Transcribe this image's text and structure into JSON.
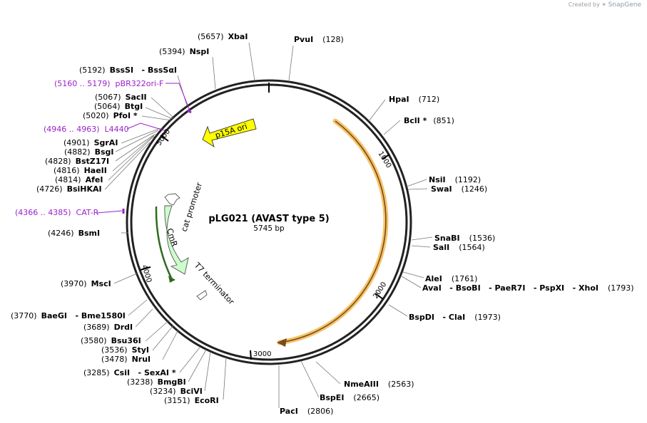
{
  "credit": {
    "prefix": "Created by",
    "brand": "SnapGene",
    "icon": "snapgene-logo-icon"
  },
  "plasmid": {
    "name": "pLG021 (AVAST type 5)",
    "length_label": "5745 bp",
    "length": 5745
  },
  "colors": {
    "backbone": "#222222",
    "feature_label": "#9a22c9",
    "ori": "#ffff00",
    "marker": "#ccffcc",
    "orf_outline": "#f5c46a",
    "orf_arrow": "#7a4a1a",
    "promoter": "#ffffff"
  },
  "tick_labels": [
    "1000",
    "2000",
    "3000",
    "4000",
    "5000"
  ],
  "sites": [
    {
      "name": "XbaI",
      "pos": "(5657)"
    },
    {
      "name": "PvuI",
      "pos": "(128)"
    },
    {
      "name": "NspI",
      "pos": "(5394)"
    },
    {
      "name": "BssSI   - BssSαI",
      "pos": "(5192)"
    },
    {
      "name": "SacII",
      "pos": "(5067)"
    },
    {
      "name": "BtgI",
      "pos": "(5064)"
    },
    {
      "name": "PfoI *",
      "pos": "(5020)"
    },
    {
      "name": "SgrAI",
      "pos": "(4901)"
    },
    {
      "name": "BsgI",
      "pos": "(4882)"
    },
    {
      "name": "BstZ17I",
      "pos": "(4828)"
    },
    {
      "name": "HaeII",
      "pos": "(4816)"
    },
    {
      "name": "AfeI",
      "pos": "(4814)"
    },
    {
      "name": "BsiHKAI",
      "pos": "(4726)"
    },
    {
      "name": "BsmI",
      "pos": "(4246)"
    },
    {
      "name": "MscI",
      "pos": "(3970)"
    },
    {
      "name": "BaeGI   - Bme1580I",
      "pos": "(3770)"
    },
    {
      "name": "DrdI",
      "pos": "(3689)"
    },
    {
      "name": "Bsu36I",
      "pos": "(3580)"
    },
    {
      "name": "StyI",
      "pos": "(3536)"
    },
    {
      "name": "NruI",
      "pos": "(3478)"
    },
    {
      "name": "CsiI   - SexAI *",
      "pos": "(3285)"
    },
    {
      "name": "BmgBI",
      "pos": "(3238)"
    },
    {
      "name": "BciVI",
      "pos": "(3234)"
    },
    {
      "name": "EcoRI",
      "pos": "(3151)"
    },
    {
      "name": "HpaI",
      "pos": "(712)"
    },
    {
      "name": "BclI *",
      "pos": "(851)"
    },
    {
      "name": "NsiI",
      "pos": "(1192)"
    },
    {
      "name": "SwaI",
      "pos": "(1246)"
    },
    {
      "name": "SnaBI",
      "pos": "(1536)"
    },
    {
      "name": "SalI",
      "pos": "(1564)"
    },
    {
      "name": "AleI",
      "pos": "(1761)"
    },
    {
      "name": "AvaI   - BsoBI   - PaeR7I   - PspXI   - XhoI",
      "pos": "(1793)"
    },
    {
      "name": "BspDI   - ClaI",
      "pos": "(1973)"
    },
    {
      "name": "NmeAIII",
      "pos": "(2563)"
    },
    {
      "name": "BspEI",
      "pos": "(2665)"
    },
    {
      "name": "PacI",
      "pos": "(2806)"
    }
  ],
  "feature_tags": [
    {
      "text": "(5160 .. 5179)  pBR322ori-F"
    },
    {
      "text": "(4946 .. 4963)  L4440"
    },
    {
      "text": "(4366 .. 4385)  CAT-R"
    }
  ],
  "features": [
    {
      "label": "p15A ori",
      "type": "rep_origin"
    },
    {
      "label": "cat promoter",
      "type": "promoter"
    },
    {
      "label": "CmR",
      "type": "CDS"
    },
    {
      "label": "T7 terminator",
      "type": "terminator"
    }
  ]
}
